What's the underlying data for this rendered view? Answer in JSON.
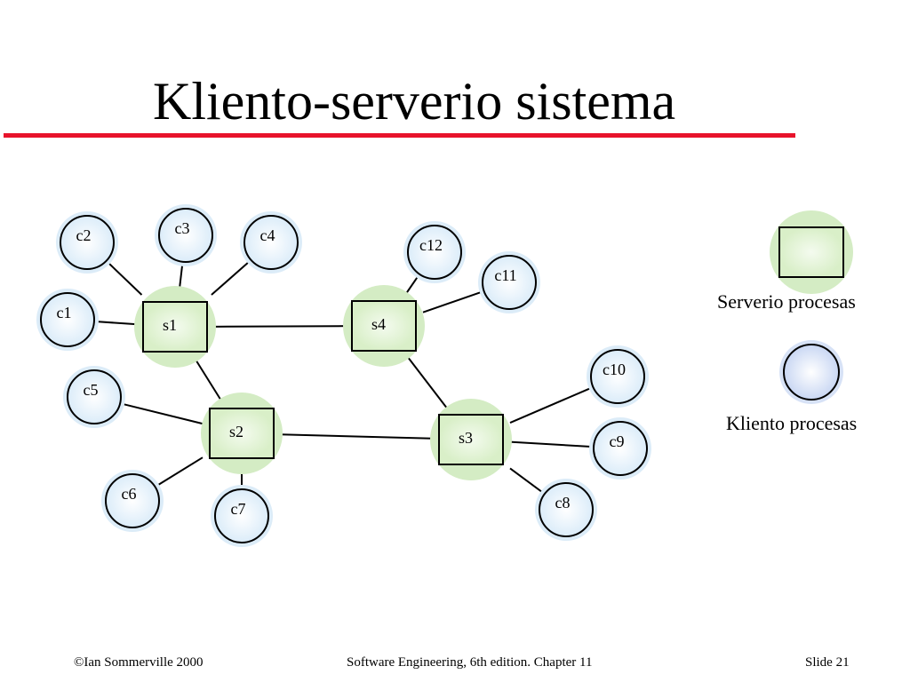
{
  "slide": {
    "title": "Kliento-serverio sistema",
    "footer_left": "©Ian Sommerville 2000",
    "footer_center": "Software Engineering, 6th edition. Chapter 11",
    "footer_right": "Slide 21"
  },
  "legend": {
    "server_label": "Serverio procesas",
    "client_label": "Kliento procesas"
  },
  "diagram": {
    "servers": [
      {
        "id": "s1",
        "label": "s1"
      },
      {
        "id": "s2",
        "label": "s2"
      },
      {
        "id": "s3",
        "label": "s3"
      },
      {
        "id": "s4",
        "label": "s4"
      }
    ],
    "clients": [
      {
        "id": "c1",
        "label": "c1"
      },
      {
        "id": "c2",
        "label": "c2"
      },
      {
        "id": "c3",
        "label": "c3"
      },
      {
        "id": "c4",
        "label": "c4"
      },
      {
        "id": "c5",
        "label": "c5"
      },
      {
        "id": "c6",
        "label": "c6"
      },
      {
        "id": "c7",
        "label": "c7"
      },
      {
        "id": "c8",
        "label": "c8"
      },
      {
        "id": "c9",
        "label": "c9"
      },
      {
        "id": "c10",
        "label": "c10"
      },
      {
        "id": "c11",
        "label": "c11"
      },
      {
        "id": "c12",
        "label": "c12"
      }
    ],
    "links": [
      [
        "s1",
        "c1"
      ],
      [
        "s1",
        "c2"
      ],
      [
        "s1",
        "c3"
      ],
      [
        "s1",
        "c4"
      ],
      [
        "s1",
        "s4"
      ],
      [
        "s1",
        "s2"
      ],
      [
        "s2",
        "c5"
      ],
      [
        "s2",
        "c6"
      ],
      [
        "s2",
        "c7"
      ],
      [
        "s2",
        "s3"
      ],
      [
        "s4",
        "c12"
      ],
      [
        "s4",
        "c11"
      ],
      [
        "s4",
        "s3"
      ],
      [
        "s3",
        "c10"
      ],
      [
        "s3",
        "c9"
      ],
      [
        "s3",
        "c8"
      ]
    ]
  },
  "colors": {
    "title_rule": "#e8132b",
    "server_halo": "#d4ecc4",
    "server_fill": "#e3f3d6",
    "client_halo": "#dcecf8",
    "client_fill": "#eaf4fc",
    "legend_client_fill": "#dde6f8",
    "stroke": "#000000"
  }
}
